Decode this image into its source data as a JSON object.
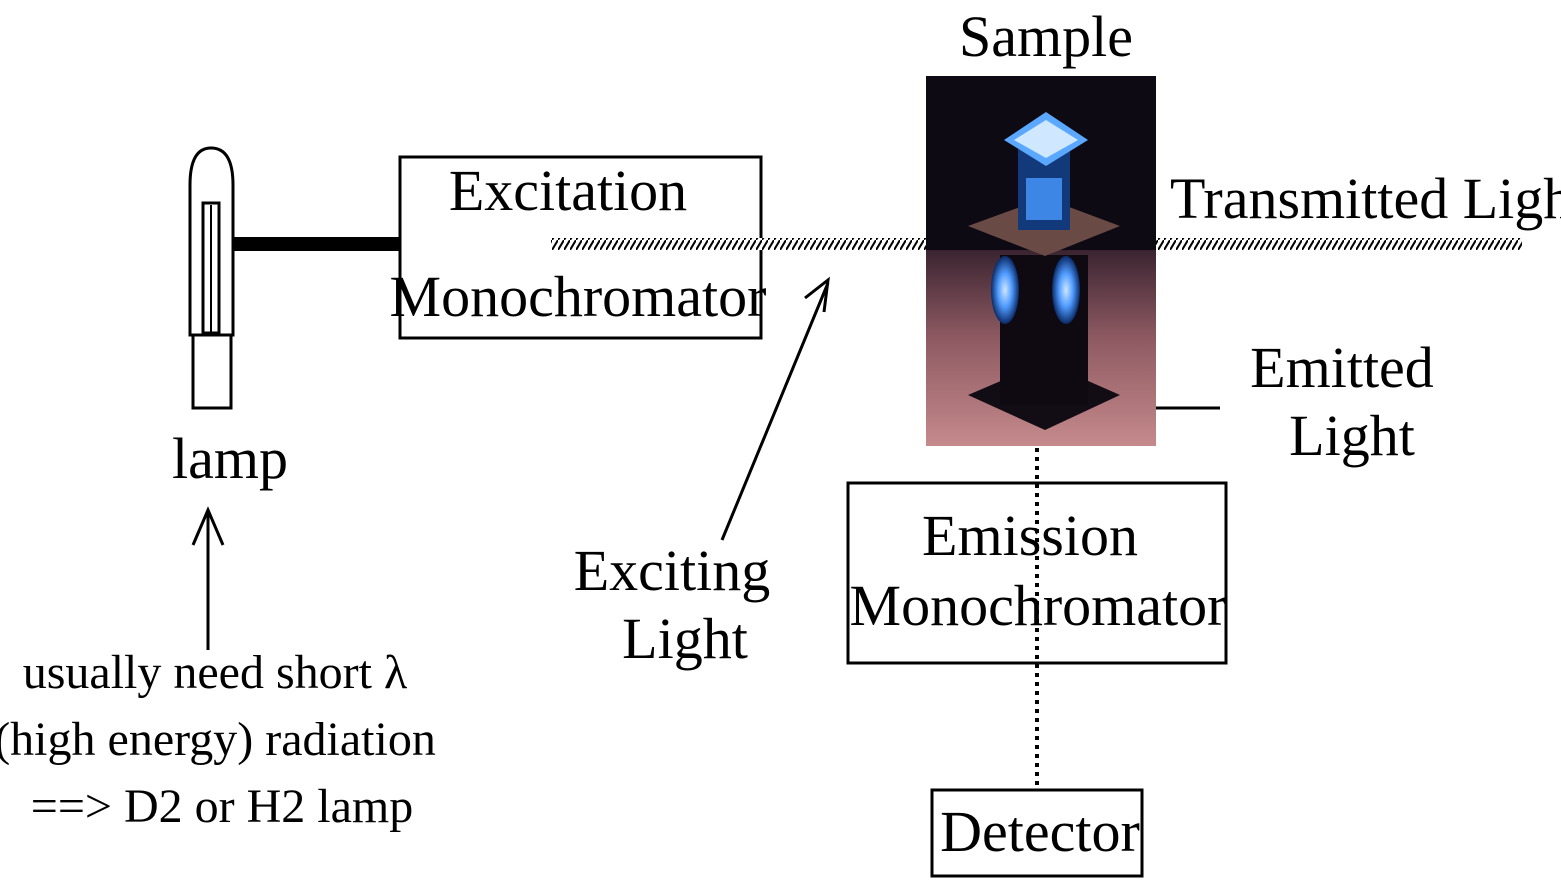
{
  "diagram": {
    "title": "Sample",
    "lamp": {
      "label": "lamp",
      "note_lines": [
        "usually need short λ",
        "(high energy) radiation",
        "==> D2 or H2 lamp"
      ]
    },
    "excitation_monochromator": {
      "line1": "Excitation",
      "line2": "Monochromator"
    },
    "emission_monochromator": {
      "line1": "Emission",
      "line2": "Monochromator"
    },
    "detector": {
      "label": "Detector"
    },
    "exciting_light": {
      "line1": "Exciting",
      "line2": "Light"
    },
    "transmitted_light": {
      "label": "Transmitted Light"
    },
    "emitted_light": {
      "line1": "Emitted",
      "line2": "Light"
    },
    "sample_photo": {
      "description_icon": "cuvette-photo"
    }
  },
  "colors": {
    "ink": "#000000",
    "background": "#ffffff",
    "photo_dark": "#0d0a14",
    "photo_floor": "#b3757a",
    "cuvette_glow": "#5aa8ff"
  }
}
